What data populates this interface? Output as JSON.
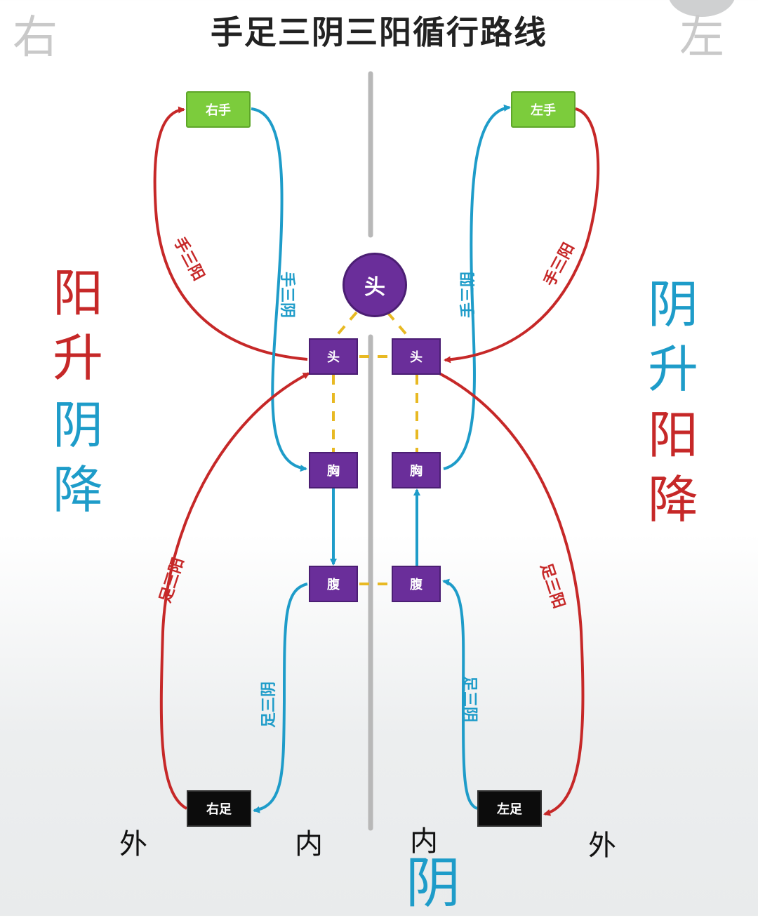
{
  "title": "手足三阴三阳循行路线",
  "corners": {
    "right": "右",
    "left": "左"
  },
  "side_text_left": [
    "阳",
    "升",
    "阴",
    "降"
  ],
  "side_text_right": [
    "阴",
    "升",
    "阳",
    "降"
  ],
  "nodes": {
    "head_circle": "头",
    "head_r": "头",
    "head_l": "头",
    "chest_r": "胸",
    "chest_l": "胸",
    "abdomen_r": "腹",
    "abdomen_l": "腹",
    "right_hand": "右手",
    "left_hand": "左手",
    "right_foot": "右足",
    "left_foot": "左足"
  },
  "meridians": {
    "hand_yang_right": "手三阳",
    "hand_yin_right": "手三阴",
    "hand_yin_left": "手三阴",
    "hand_yang_left": "手三阳",
    "foot_yang_right": "足三阳",
    "foot_yin_right": "足三阴",
    "foot_yin_left": "足三阴",
    "foot_yang_left": "足三阳"
  },
  "bottom": {
    "outer_right": "外",
    "inner_right": "内",
    "inner_left": "内",
    "outer_left": "外",
    "yin": "阴"
  },
  "colors": {
    "yang": "#c62828",
    "yin": "#1e9cc9",
    "node": "#6a2e9a",
    "hand": "#7ccc3c",
    "foot": "#0c0c0c",
    "connector": "#e8b923"
  }
}
